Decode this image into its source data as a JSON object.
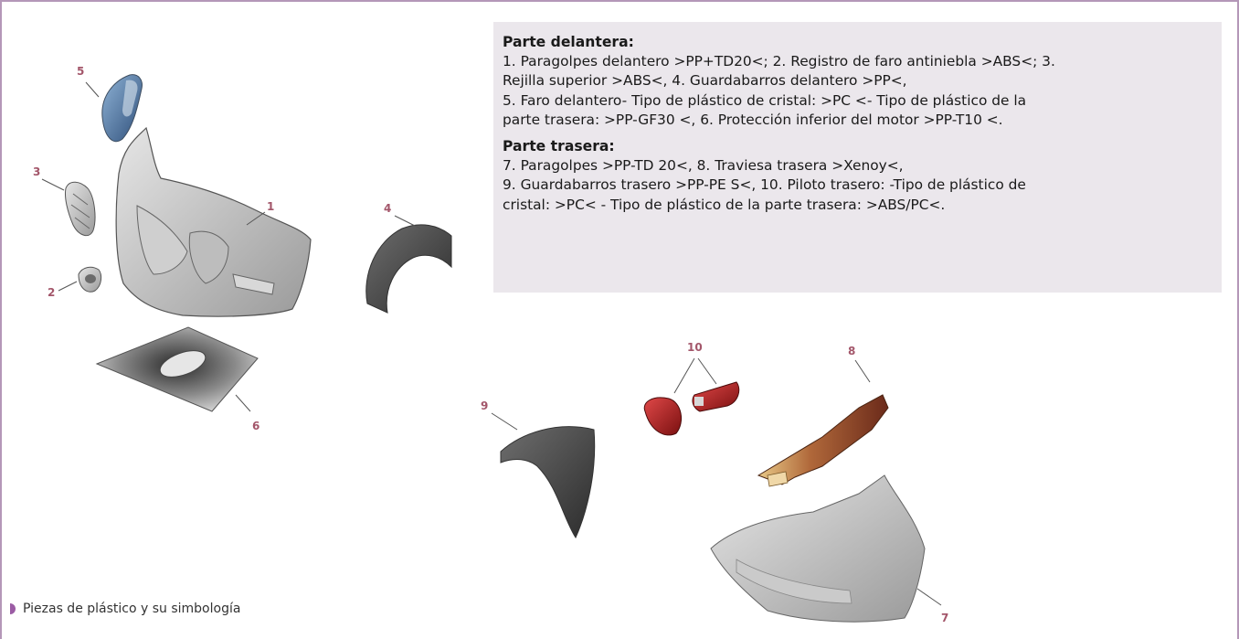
{
  "front": {
    "heading": "Parte delantera:",
    "lines": [
      "1. Paragolpes delantero >PP+TD20<; 2. Registro de faro antiniebla >ABS<; 3.",
      "Rejilla superior >ABS<, 4. Guardabarros delantero >PP<,",
      "5. Faro delantero- Tipo de plástico de cristal: >PC <- Tipo de plástico de la",
      "parte trasera: >PP-GF30 <, 6. Protección inferior del motor >PP-T10 <."
    ]
  },
  "rear": {
    "heading": "Parte trasera:",
    "lines": [
      "7. Paragolpes >PP-TD 20<, 8. Traviesa trasera >Xenoy<,",
      "9. Guardabarros trasero >PP-PE S<, 10. Piloto trasero: -Tipo de plástico de",
      "cristal: >PC< - Tipo de plástico de la parte trasera: >ABS/PC<."
    ]
  },
  "labels": {
    "p1": "1",
    "p2": "2",
    "p3": "3",
    "p4": "4",
    "p5": "5",
    "p6": "6",
    "p7": "7",
    "p8": "8",
    "p9": "9",
    "p10": "10"
  },
  "caption": "Piezas de plástico y su simbología",
  "colors": {
    "frame": "#b497b8",
    "text_box": "#ebe7ec",
    "label": "#a3566a",
    "caption_bullet": "#9b5ca4"
  }
}
